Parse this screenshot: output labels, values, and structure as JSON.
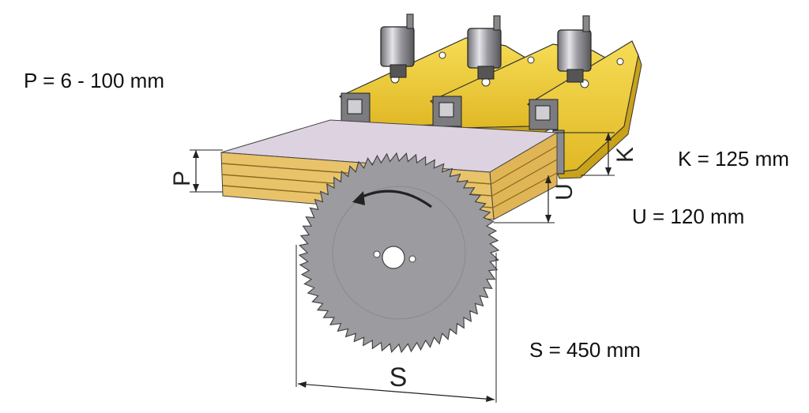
{
  "specs": {
    "p": "P = 6 - 100 mm",
    "k": "K = 125 mm",
    "u": "U = 120 mm",
    "s": "S = 450 mm"
  },
  "dimension_letters": {
    "p": "P",
    "k": "K",
    "u": "U",
    "s": "S"
  },
  "colors": {
    "arm_yellow": "#f2d13a",
    "arm_shadow": "#c9a21a",
    "board_top": "#ddd3e0",
    "board_wood": "#e8c36a",
    "blade": "#9c9ca0",
    "motor": "#7d7d82"
  }
}
